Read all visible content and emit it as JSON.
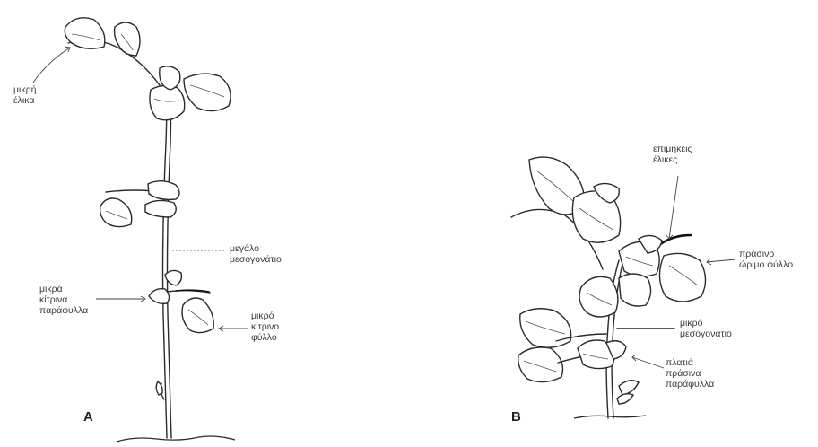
{
  "panels": {
    "a": {
      "letter": "A",
      "labels": {
        "small_tendril": [
          "μικρή",
          "έλικα"
        ],
        "long_internode": [
          "μεγάλο",
          "μεσογονάτιο"
        ],
        "small_yellow_stipules": [
          "μικρά",
          "κίτρινα",
          "παράφυλλα"
        ],
        "small_yellow_leaf": [
          "μικρό",
          "κίτρινο",
          "φύλλο"
        ]
      }
    },
    "b": {
      "letter": "B",
      "labels": {
        "elongated_tendrils": [
          "επιμήκεις",
          "έλικες"
        ],
        "green_mature_leaf": [
          "πράσινο",
          "ώριμο φύλλο"
        ],
        "short_internode": [
          "μικρό",
          "μεσογονάτιο"
        ],
        "broad_green_stipules": [
          "πλατιά",
          "πράσινα",
          "παράφυλλα"
        ]
      }
    }
  },
  "colors": {
    "ink": "#2b2b2b",
    "label": "#3a3a3a",
    "background": "#ffffff"
  }
}
